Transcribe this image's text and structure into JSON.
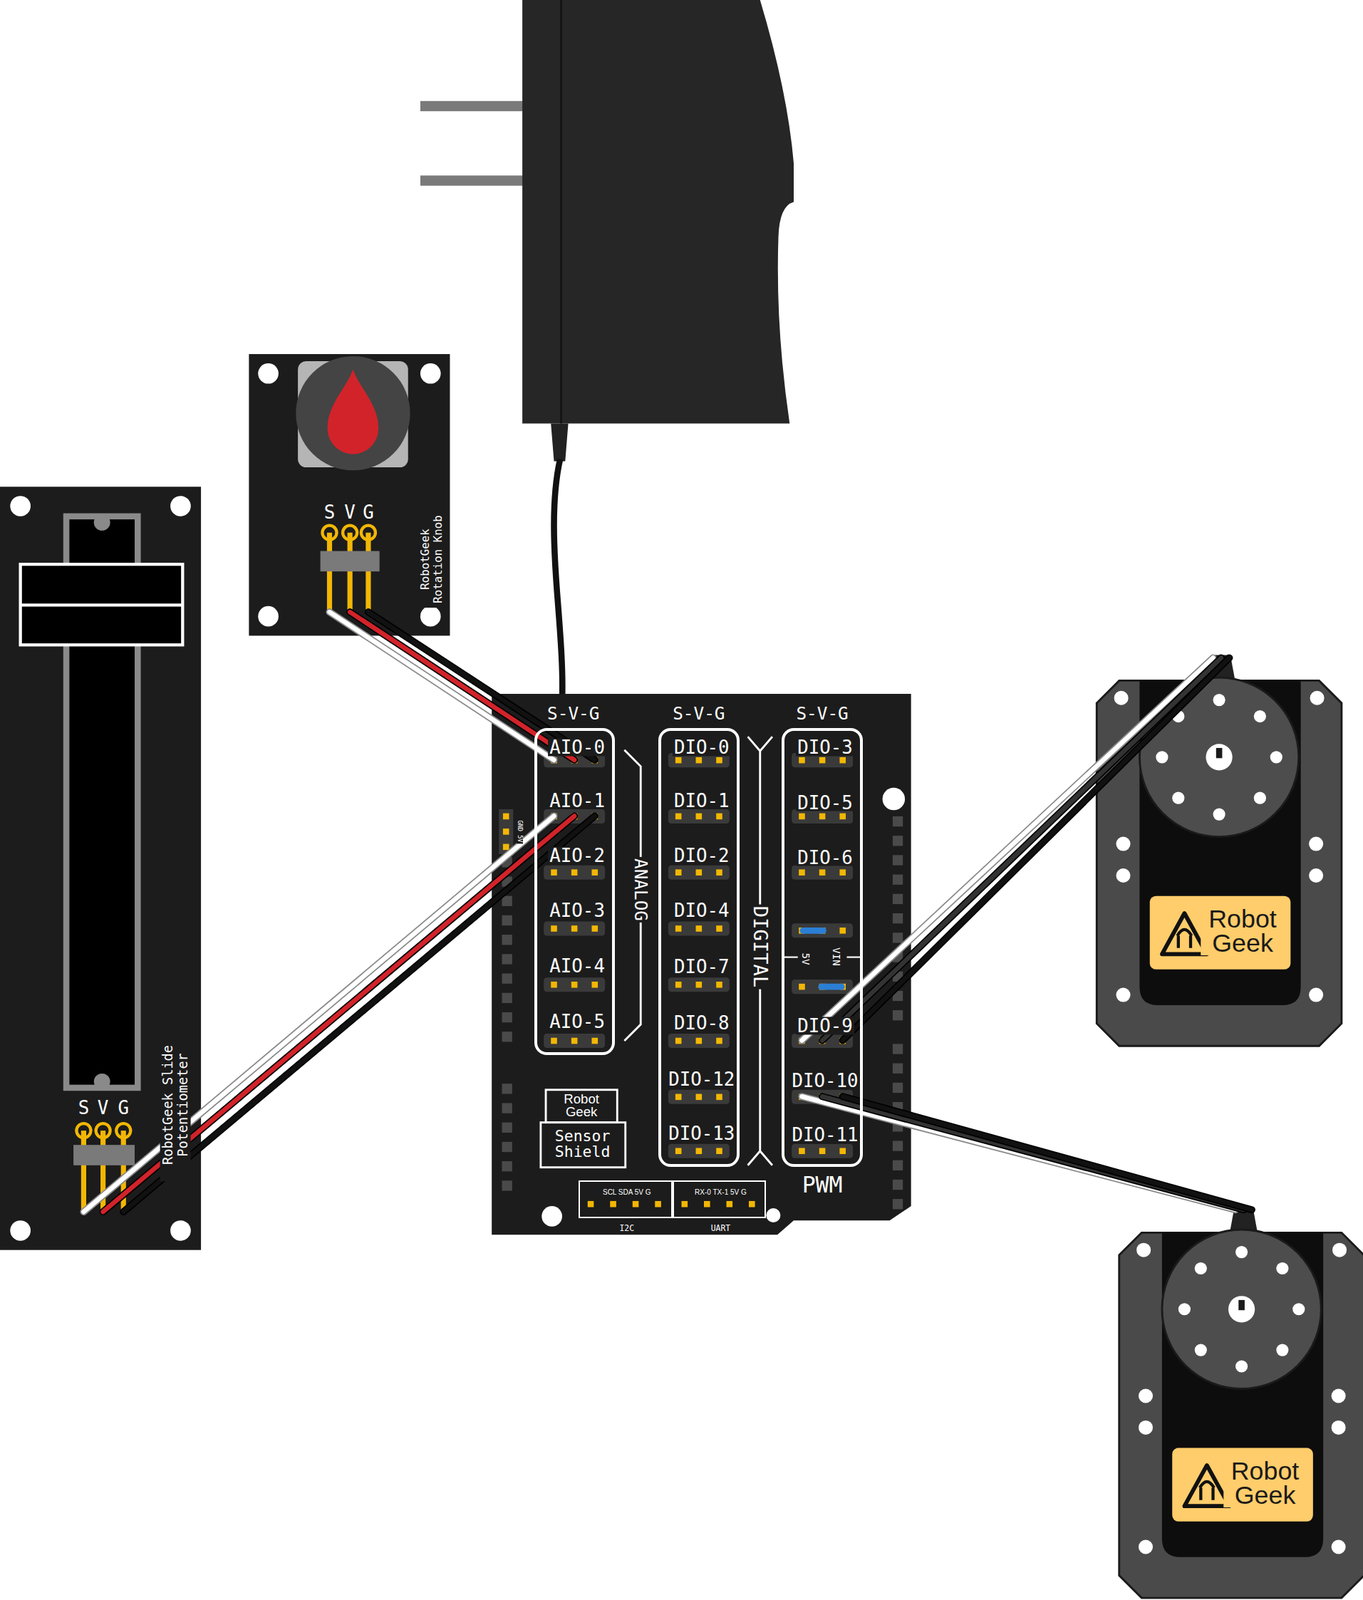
{
  "diagram": {
    "nodes": [
      {
        "text": [
          "RobotGeek Rotation Knob"
        ]
      },
      {
        "text": [
          "RobotGeek Slide Potentiometer"
        ]
      },
      {
        "text": [
          "S-V-G",
          "S-V-G",
          "S-V-G",
          "ANALOG",
          "DIGITAL",
          "PWM"
        ]
      },
      {
        "text": [
          "AIO-0",
          "AIO-1",
          "AIO-2",
          "AIO-3",
          "AIO-4",
          "AIO-5"
        ],
        "in": 2
      },
      {
        "text": [
          "DIO-0",
          "DIO-1",
          "DIO-2",
          "DIO-4",
          "DIO-7",
          "DIO-8",
          "DIO-12",
          "DIO-13"
        ],
        "in": 2
      },
      {
        "text": [
          "DIO-3",
          "DIO-5",
          "DIO-6",
          "DIO-9",
          "DIO-10",
          "DIO-11"
        ],
        "in": 2
      },
      {
        "text": [
          "Robot Geek",
          "Sensor Shield"
        ],
        "in": 2
      },
      {
        "text": [
          "SCL SDA 5V G",
          "I2C"
        ],
        "in": 2
      },
      {
        "text": [
          "RX-0 TX-1 5V G",
          "UART"
        ],
        "in": 2
      },
      {
        "text": [
          "Robot Geek"
        ]
      },
      {
        "text": [
          "Robot Geek"
        ]
      }
    ],
    "edges": [
      {
        "from": 0,
        "to": 3,
        "arrow": "none"
      },
      {
        "from": 1,
        "to": 3,
        "arrow": "none"
      },
      {
        "from": 5,
        "to": 9,
        "arrow": "none"
      },
      {
        "from": 5,
        "to": 10,
        "arrow": "none"
      }
    ],
    "labels": [
      "S",
      "V",
      "G",
      "S",
      "V",
      "G",
      "GND 5V",
      "5V",
      "VIN"
    ]
  }
}
